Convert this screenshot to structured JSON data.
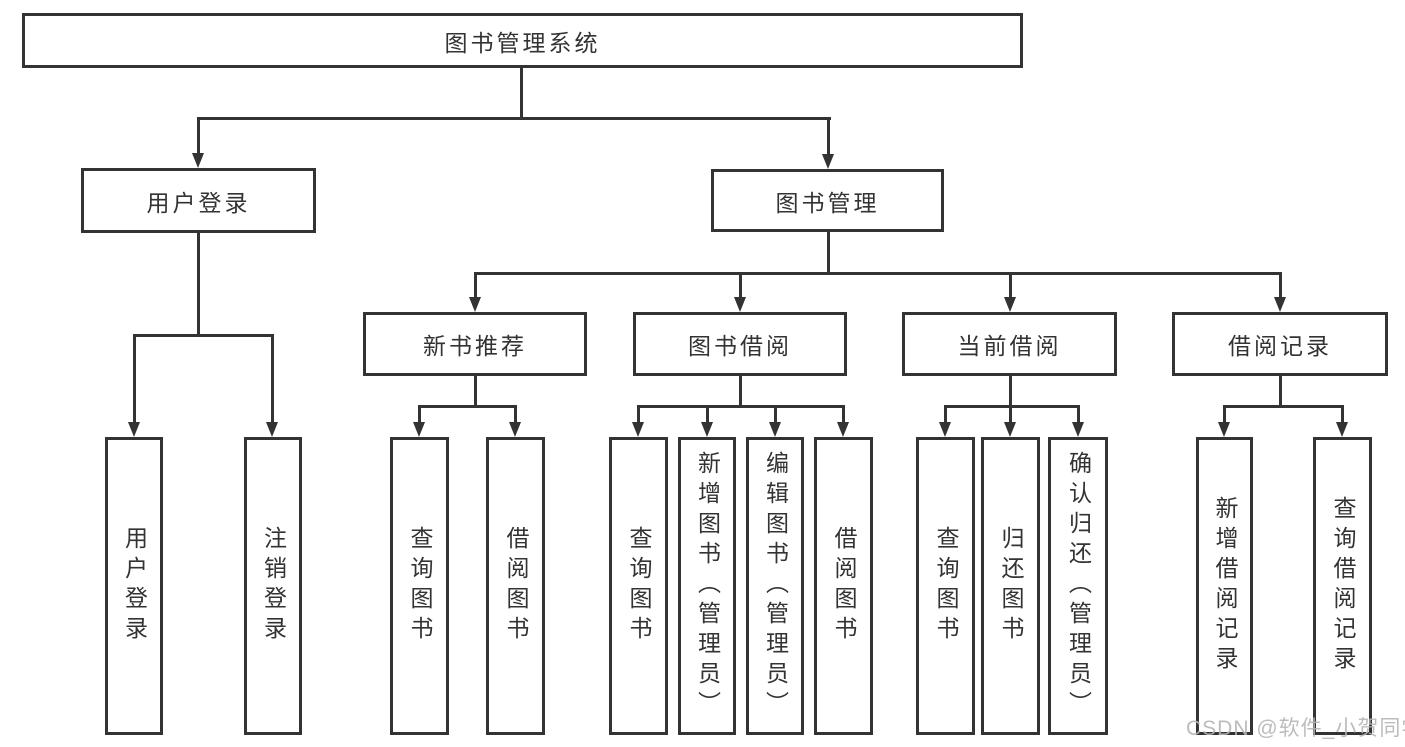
{
  "diagram": {
    "root": {
      "label": "图书管理系统"
    },
    "level1": [
      {
        "label": "用户登录"
      },
      {
        "label": "图书管理"
      }
    ],
    "level2": [
      {
        "label": "新书推荐",
        "parent": "图书管理"
      },
      {
        "label": "图书借阅",
        "parent": "图书管理"
      },
      {
        "label": "当前借阅",
        "parent": "图书管理"
      },
      {
        "label": "借阅记录",
        "parent": "图书管理"
      }
    ],
    "leaves": [
      {
        "label": "用户登录",
        "parent": "用户登录"
      },
      {
        "label": "注销登录",
        "parent": "用户登录"
      },
      {
        "label": "查询图书",
        "parent": "新书推荐"
      },
      {
        "label": "借阅图书",
        "parent": "新书推荐"
      },
      {
        "label": "查询图书",
        "parent": "图书借阅"
      },
      {
        "label": "新增图书（管理员）",
        "parent": "图书借阅"
      },
      {
        "label": "编辑图书（管理员）",
        "parent": "图书借阅"
      },
      {
        "label": "借阅图书",
        "parent": "图书借阅"
      },
      {
        "label": "查询图书",
        "parent": "当前借阅"
      },
      {
        "label": "归还图书",
        "parent": "当前借阅"
      },
      {
        "label": "确认归还（管理员）",
        "parent": "当前借阅"
      },
      {
        "label": "新增借阅记录",
        "parent": "借阅记录"
      },
      {
        "label": "查询借阅记录",
        "parent": "借阅记录"
      }
    ]
  },
  "watermark": {
    "text": "CSDN @软件_小贺同学"
  },
  "colors": {
    "line": "#333333",
    "text": "#333333",
    "background": "#ffffff",
    "watermark": "#b5b5b5"
  }
}
